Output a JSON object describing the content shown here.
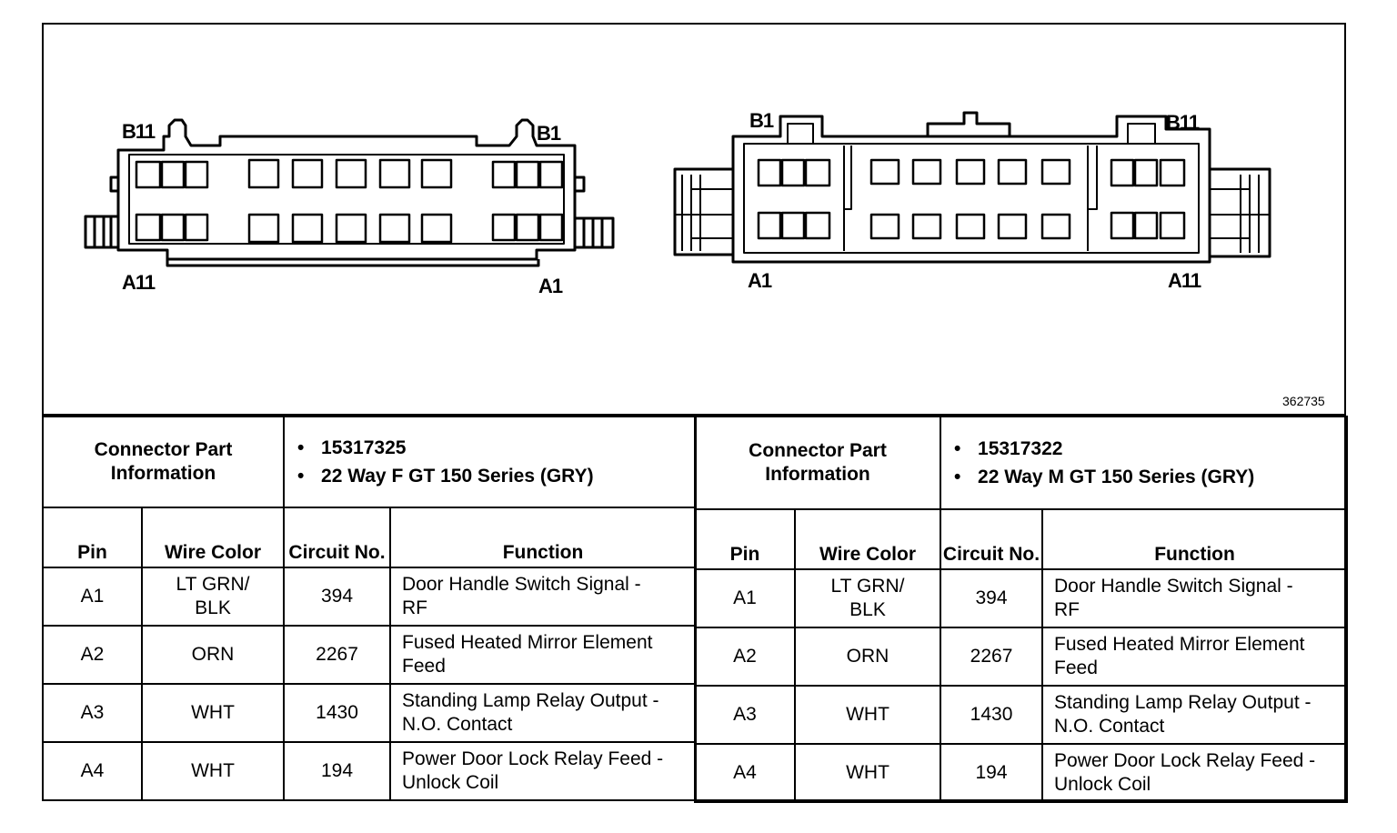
{
  "diagram_ref": "362735",
  "connectors": [
    {
      "labels": {
        "top_left": "B11",
        "top_right": "B1",
        "bottom_left": "A11",
        "bottom_right": "A1"
      },
      "header": {
        "label": "Connector Part Information",
        "bullets": [
          "15317325",
          "22 Way F GT 150 Series (GRY)"
        ]
      },
      "columns": [
        "Pin",
        "Wire Color",
        "Circuit No.",
        "Function"
      ],
      "rows": [
        {
          "pin": "A1",
          "wire": "LT GRN/ BLK",
          "circuit": "394",
          "function": "Door Handle Switch Signal - RF"
        },
        {
          "pin": "A2",
          "wire": "ORN",
          "circuit": "2267",
          "function": "Fused Heated Mirror Element Feed"
        },
        {
          "pin": "A3",
          "wire": "WHT",
          "circuit": "1430",
          "function": "Standing Lamp Relay Output - N.O. Contact"
        },
        {
          "pin": "A4",
          "wire": "WHT",
          "circuit": "194",
          "function": "Power Door Lock Relay Feed - Unlock Coil"
        }
      ]
    },
    {
      "labels": {
        "top_left": "B1",
        "top_right": "B11",
        "bottom_left": "A1",
        "bottom_right": "A11"
      },
      "header": {
        "label": "Connector Part Information",
        "bullets": [
          "15317322",
          "22 Way M GT 150 Series (GRY)"
        ]
      },
      "columns": [
        "Pin",
        "Wire Color",
        "Circuit No.",
        "Function"
      ],
      "rows": [
        {
          "pin": "A1",
          "wire": "LT GRN/ BLK",
          "circuit": "394",
          "function": "Door Handle Switch Signal - RF"
        },
        {
          "pin": "A2",
          "wire": "ORN",
          "circuit": "2267",
          "function": "Fused Heated Mirror Element Feed"
        },
        {
          "pin": "A3",
          "wire": "WHT",
          "circuit": "1430",
          "function": "Standing Lamp Relay Output - N.O. Contact"
        },
        {
          "pin": "A4",
          "wire": "WHT",
          "circuit": "194",
          "function": "Power Door Lock Relay Feed - Unlock Coil"
        }
      ]
    }
  ]
}
